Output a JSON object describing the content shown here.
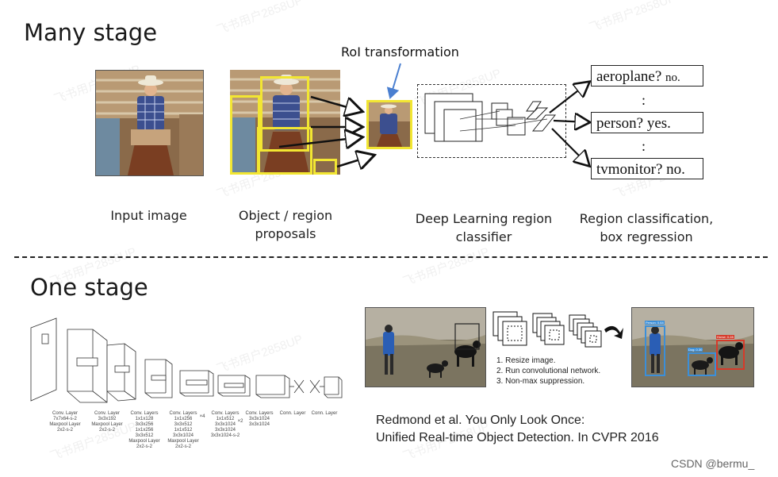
{
  "sections": {
    "many_stage": "Many stage",
    "one_stage": "One stage"
  },
  "roi_label": "RoI transformation",
  "captions": {
    "input": "Input image",
    "proposals_line1": "Object / region",
    "proposals_line2": "proposals",
    "classifier_line1": "Deep Learning region",
    "classifier_line2": "classifier",
    "regression_line1": "Region classification,",
    "regression_line2": "box regression"
  },
  "classes": [
    {
      "name": "aeroplane?",
      "answer": "no."
    },
    {
      "name": "person?",
      "answer": "yes."
    },
    {
      "name": "tvmonitor?",
      "answer": "no."
    }
  ],
  "ellipsis": ":",
  "yolo_layers": [
    {
      "l1": "Conv. Layer",
      "l2": "7x7x64-s-2",
      "l3": "Maxpool Layer",
      "l4": "2x2-s-2"
    },
    {
      "l1": "Conv. Layer",
      "l2": "3x3x192",
      "l3": "Maxpool Layer",
      "l4": "2x2-s-2"
    },
    {
      "l1": "Conv. Layers",
      "l2": "1x1x128",
      "l3": "3x3x256",
      "l4": "1x1x256",
      "l5": "3x3x512",
      "l6": "Maxpool Layer",
      "l7": "2x2-s-2"
    },
    {
      "l1": "Conv. Layers",
      "l2": "1x1x256",
      "l3": "3x3x512",
      "l4": "1x1x512",
      "l5": "3x3x1024",
      "l6": "Maxpool Layer",
      "l7": "2x2-s-2"
    },
    {
      "l1": "Conv. Layers",
      "l2": "1x1x512",
      "l3": "3x3x1024",
      "l4": "3x3x1024",
      "l5": "3x3x1024-s-2"
    },
    {
      "l1": "Conv. Layers",
      "l2": "3x3x1024",
      "l3": "3x3x1024"
    },
    {
      "l1": "Conn. Layer"
    },
    {
      "l1": "Conn. Layer"
    }
  ],
  "yolo_repeat": {
    "r1": "×4",
    "r2": "×2"
  },
  "steps": [
    "1. Resize image.",
    "2. Run convolutional network.",
    "3. Non-max suppression."
  ],
  "detections": {
    "person": "Person: 0.64",
    "dog": "Dog: 0.30",
    "horse": "Horse: 0.28"
  },
  "citation": {
    "line1": "Redmond et al. You Only Look Once:",
    "line2": "Unified Real-time Object Detection. In CVPR 2016"
  },
  "credit": "CSDN @bermu_",
  "watermark": "飞书用户2858UP",
  "colors": {
    "proposal_yellow": "#f2e632",
    "roi_arrow": "#4a7fd0",
    "det_blue": "#3b8fd9",
    "det_red": "#d63a2a",
    "dashed_rule": "#222222"
  }
}
